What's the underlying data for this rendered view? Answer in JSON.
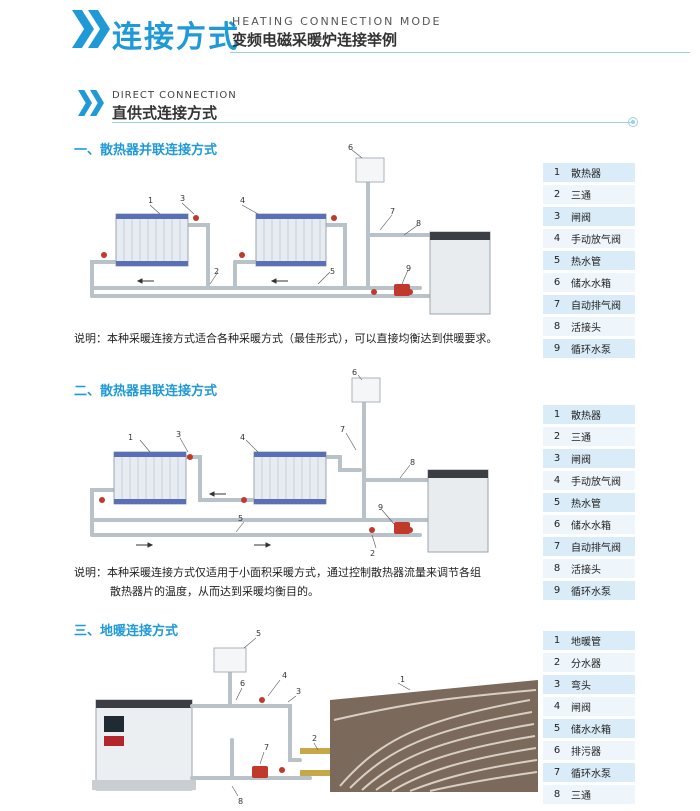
{
  "header": {
    "title_cn": "连接方式",
    "title_en": "HEATING CONNECTION MODE",
    "subtitle": "变频电磁采暖炉连接举例"
  },
  "direct": {
    "en": "DIRECT CONNECTION",
    "cn": "直供式连接方式"
  },
  "sections": [
    {
      "title": "一、散热器并联连接方式",
      "note": "说明：本种采暖连接方式适合各种采暖方式（最佳形式），可以直接均衡达到供暖要求。",
      "legend": [
        {
          "n": "1",
          "t": "散热器"
        },
        {
          "n": "2",
          "t": "三通"
        },
        {
          "n": "3",
          "t": "闸阀"
        },
        {
          "n": "4",
          "t": "手动放气阀"
        },
        {
          "n": "5",
          "t": "热水管"
        },
        {
          "n": "6",
          "t": "储水水箱"
        },
        {
          "n": "7",
          "t": "自动排气阀"
        },
        {
          "n": "8",
          "t": "活接头"
        },
        {
          "n": "9",
          "t": "循环水泵"
        }
      ]
    },
    {
      "title": "二、散热器串联连接方式",
      "note_line1": "说明：本种采暖连接方式仅适用于小面积采暖方式，通过控制散热器流量来调节各组",
      "note_line2": "散热器片的温度，从而达到采暖均衡目的。",
      "legend": [
        {
          "n": "1",
          "t": "散热器"
        },
        {
          "n": "2",
          "t": "三通"
        },
        {
          "n": "3",
          "t": "闸阀"
        },
        {
          "n": "4",
          "t": "手动放气阀"
        },
        {
          "n": "5",
          "t": "热水管"
        },
        {
          "n": "6",
          "t": "储水水箱"
        },
        {
          "n": "7",
          "t": "自动排气阀"
        },
        {
          "n": "8",
          "t": "活接头"
        },
        {
          "n": "9",
          "t": "循环水泵"
        }
      ]
    },
    {
      "title": "三、地暖连接方式",
      "legend": [
        {
          "n": "1",
          "t": "地暖管"
        },
        {
          "n": "2",
          "t": "分水器"
        },
        {
          "n": "3",
          "t": "弯头"
        },
        {
          "n": "4",
          "t": "闸阀"
        },
        {
          "n": "5",
          "t": "储水水箱"
        },
        {
          "n": "6",
          "t": "排污器"
        },
        {
          "n": "7",
          "t": "循环水泵"
        },
        {
          "n": "8",
          "t": "三通"
        }
      ]
    }
  ],
  "diagram_labels": {
    "d1": [
      "1",
      "2",
      "3",
      "4",
      "5",
      "6",
      "7",
      "8",
      "9"
    ],
    "d2": [
      "1",
      "2",
      "3",
      "4",
      "5",
      "6",
      "7",
      "8",
      "9"
    ],
    "d3": [
      "1",
      "2",
      "3",
      "4",
      "5",
      "6",
      "7",
      "8"
    ]
  },
  "colors": {
    "accent": "#1f9ad6",
    "legend_dark": "#d9ecf7",
    "legend_light": "#eef6fb"
  }
}
